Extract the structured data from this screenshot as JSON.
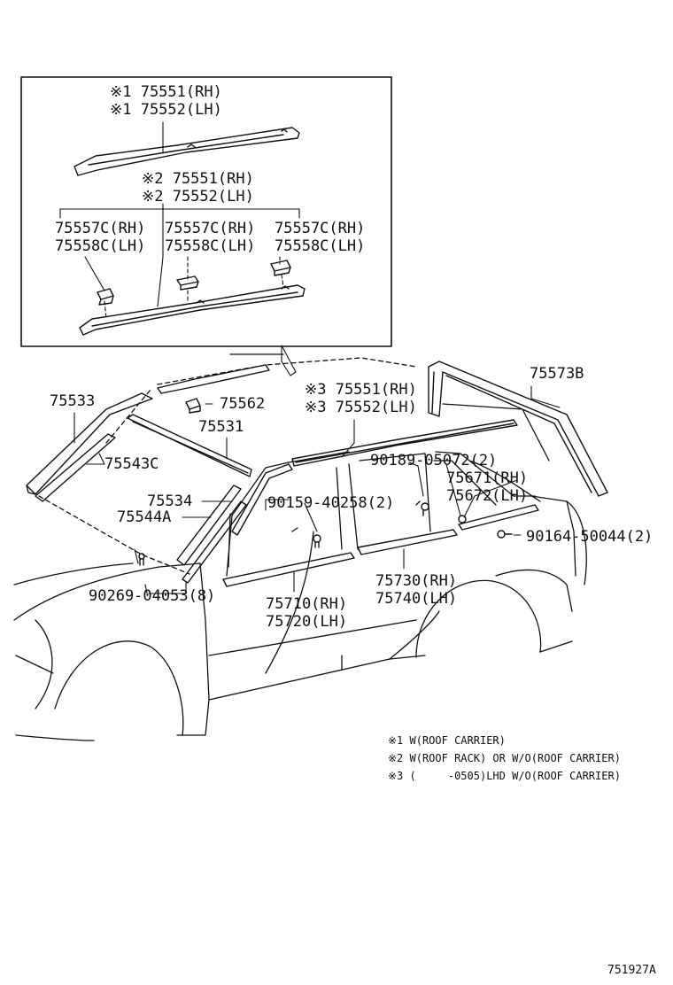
{
  "inset": {
    "top_part_rh": "※1 75551(RH)",
    "top_part_lh": "※1 75552(LH)",
    "mid_part_rh": "※2 75551(RH)",
    "mid_part_lh": "※2 75552(LH)",
    "clip_left_rh": "75557C(RH)",
    "clip_left_lh": "75558C(LH)",
    "clip_center_rh": "75557C(RH)",
    "clip_center_lh": "75558C(LH)",
    "clip_right_rh": "75557C(RH)",
    "clip_right_lh": "75558C(LH)"
  },
  "parts": {
    "p75533": "75533",
    "p75543c": "75543C",
    "p75562": "75562",
    "p75531": "75531",
    "p75534": "75534",
    "p75544a": "75544A",
    "p90269": "90269-04053(8)",
    "p90159": "90159-40258(2)",
    "p3_rh": "※3 75551(RH)",
    "p3_lh": "※3 75552(LH)",
    "p75573b": "75573B",
    "p90189": "90189-05072(2)",
    "p75671": "75671(RH)",
    "p75672": "75672(LH)",
    "p90164": "90164-50044(2)",
    "p75730": "75730(RH)",
    "p75740": "75740(LH)",
    "p75710": "75710(RH)",
    "p75720": "75720(LH)"
  },
  "notes": {
    "n1": "※1 W(ROOF CARRIER)",
    "n2": "※2 W(ROOF RACK) OR W/O(ROOF CARRIER)",
    "n3": "※3 (     -0505)LHD W/O(ROOF CARRIER)"
  },
  "diagram_code": "751927A"
}
